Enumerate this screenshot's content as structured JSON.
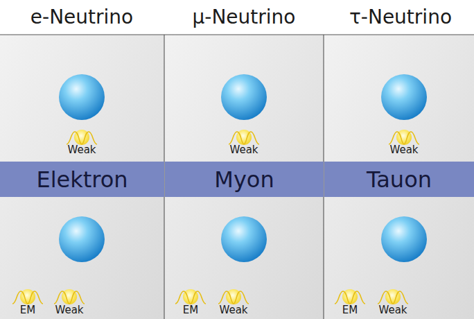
{
  "diagram": {
    "nodes": [
      {
        "text": [
          "Elektron"
        ]
      },
      {
        "text": [
          "Myon"
        ]
      },
      {
        "text": [
          "Tauon"
        ]
      }
    ],
    "labels": [
      "e-Neutrino",
      "μ-Neutrino",
      "τ-Neutrino",
      "Weak",
      "Weak",
      "Weak",
      "EM",
      "Weak",
      "EM",
      "Weak",
      "EM",
      "Weak"
    ]
  }
}
